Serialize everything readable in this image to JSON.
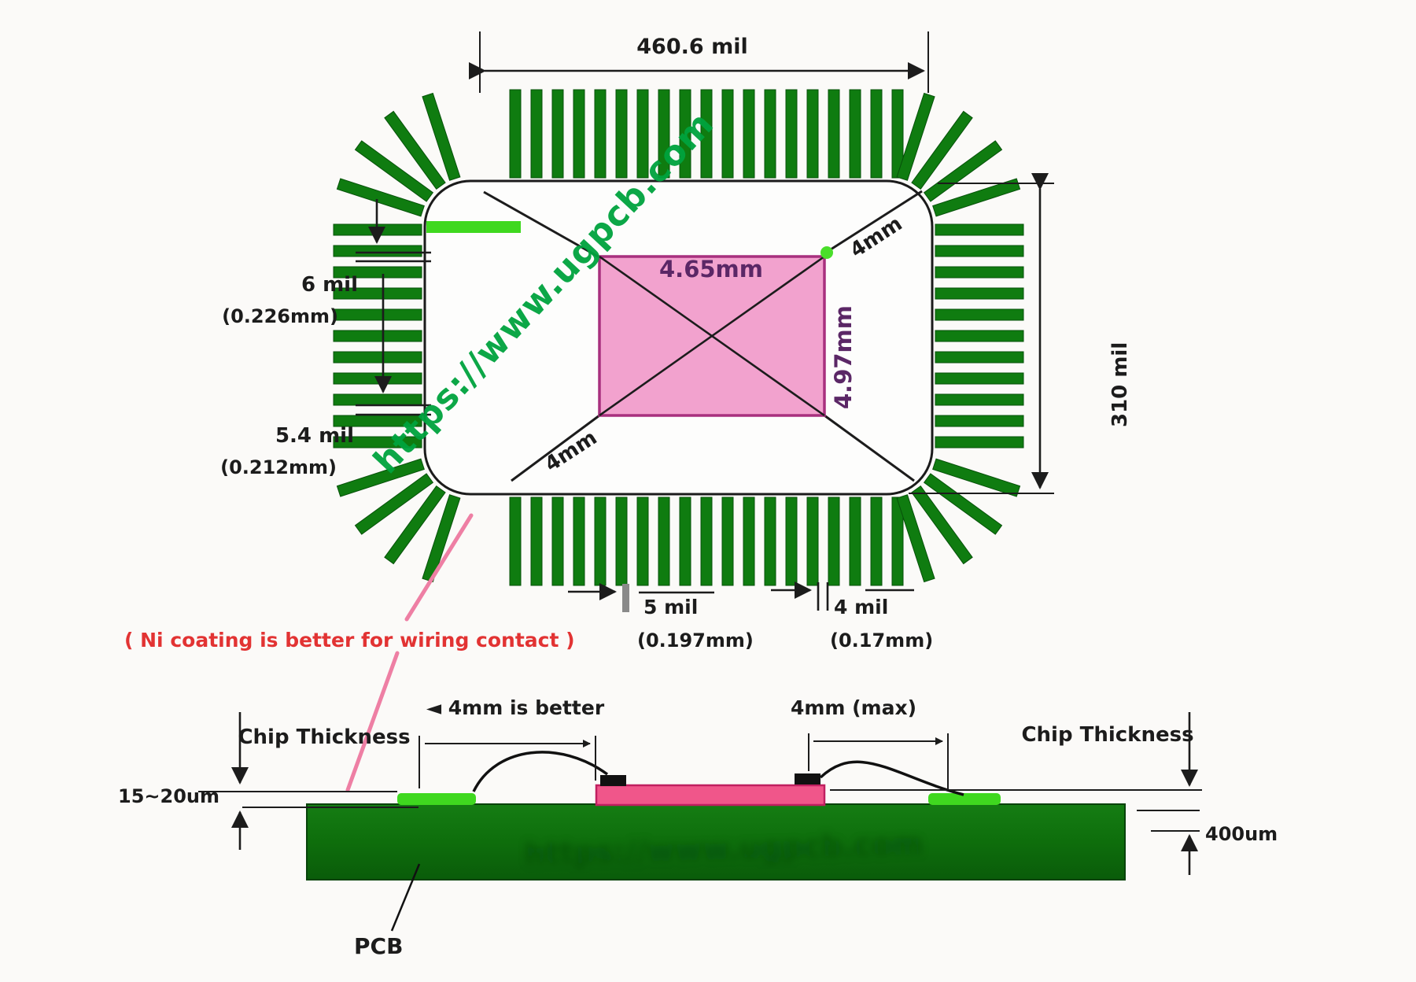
{
  "title": "COB bonding pad PCB design diagram",
  "watermark": {
    "url": "https://www.ugpcb.com"
  },
  "colors": {
    "finger_green": "#0f7c10",
    "highlight_green": "#3fd81f",
    "die_pink": "#f2a2ce",
    "die_border": "#a8307e",
    "chip_pink": "#f0568a",
    "board_green": "#11790f",
    "pad_green": "#3fd81f",
    "note_red": "#e23333",
    "callout_pink": "#ee7fa4",
    "watermark_green": "#00a33e"
  },
  "top_view": {
    "dim_top": "460.6 mil",
    "dim_right": "310 mil",
    "pad_width_mil": "6 mil",
    "pad_width_mm": "(0.226mm)",
    "pad_gap_mil": "5.4 mil",
    "pad_gap_mm": "(0.212mm)",
    "pitch1_mil": "5 mil",
    "pitch1_mm": "(0.197mm)",
    "pitch2_mil": "4 mil",
    "pitch2_mm": "(0.17mm)",
    "die_width": "4.65mm",
    "die_height": "4.97mm",
    "clearance_top_right": "4mm",
    "clearance_bottom_left": "4mm"
  },
  "note": {
    "text": "( Ni coating is better for wiring contact )"
  },
  "cross_section": {
    "chip_thickness_left": "Chip Thickness",
    "chip_thickness_right": "Chip Thickness",
    "pad_thickness": "15~20um",
    "board_thickness": "400um",
    "wire_left": "◄ 4mm is better",
    "wire_right": "4mm (max)",
    "board_label": "PCB"
  }
}
